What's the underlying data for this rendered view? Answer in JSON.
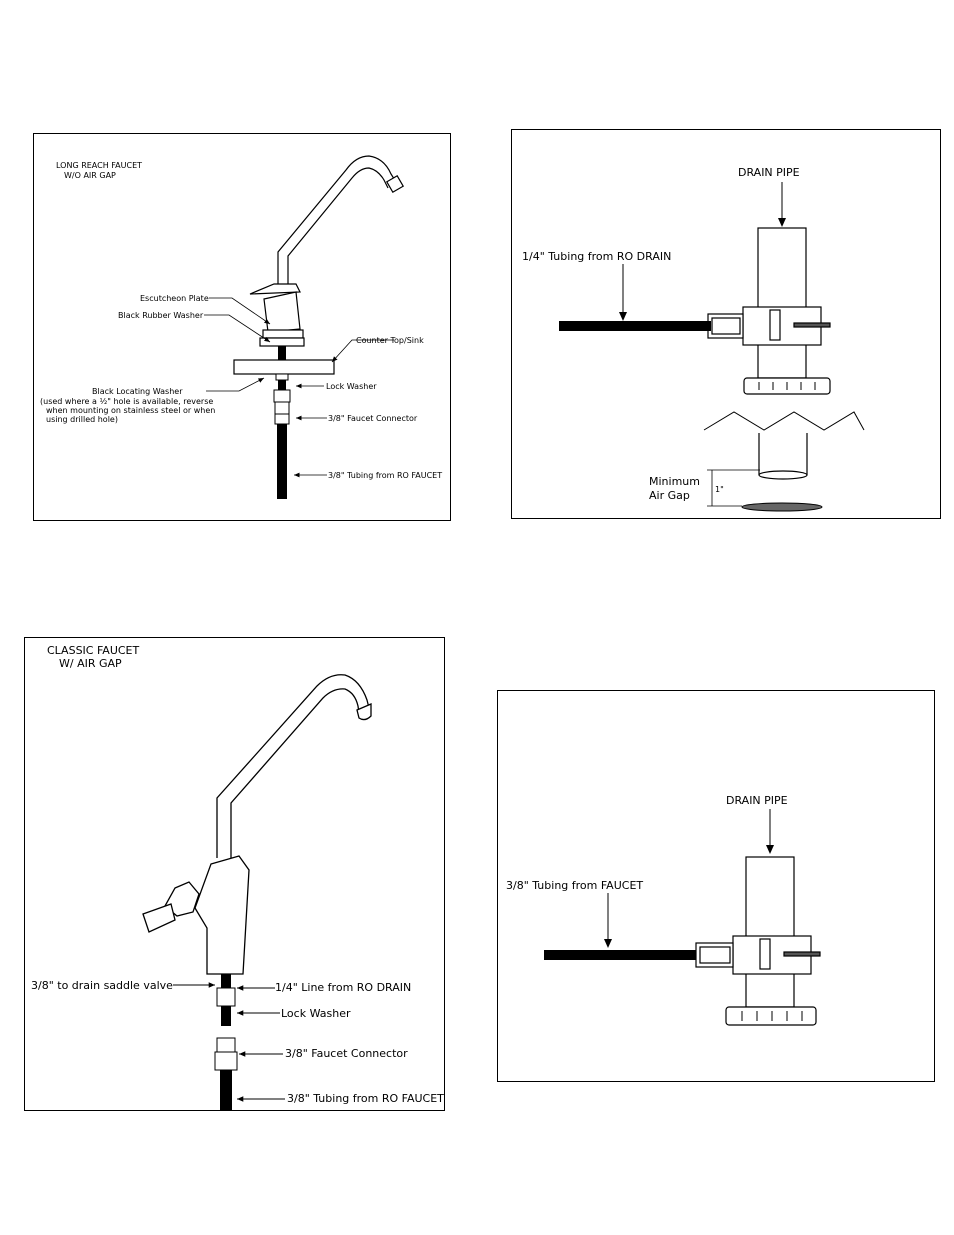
{
  "long_reach": {
    "title_line1": "LONG REACH FAUCET",
    "title_line2": "W/O AIR GAP",
    "escutcheon": "Escutcheon Plate",
    "rubber_washer": "Black Rubber Washer",
    "counter": "Counter Top/Sink",
    "locating_washer": "Black Locating Washer",
    "note_line1": "(used where a ½\" hole is available, reverse",
    "note_line2": "when mounting on stainless steel or when",
    "note_line3": "using drilled hole)",
    "lock_washer": "Lock Washer",
    "connector": "3/8\" Faucet Connector",
    "tubing": "3/8\" Tubing from RO FAUCET"
  },
  "drain_ro": {
    "drain_pipe": "DRAIN PIPE",
    "tubing": "1/4\" Tubing from RO DRAIN",
    "min_line1": "Minimum",
    "min_line2": "Air Gap",
    "dim": "1\""
  },
  "classic": {
    "title_line1": "CLASSIC FAUCET",
    "title_line2": "W/ AIR GAP",
    "saddle": "3/8\" to drain saddle valve",
    "ro_line": "1/4\" Line from RO DRAIN",
    "lock_washer": "Lock Washer",
    "connector": "3/8\" Faucet Connector",
    "tubing": "3/8\" Tubing from RO FAUCET"
  },
  "drain_faucet": {
    "drain_pipe": "DRAIN PIPE",
    "tubing": "3/8\" Tubing from FAUCET"
  }
}
